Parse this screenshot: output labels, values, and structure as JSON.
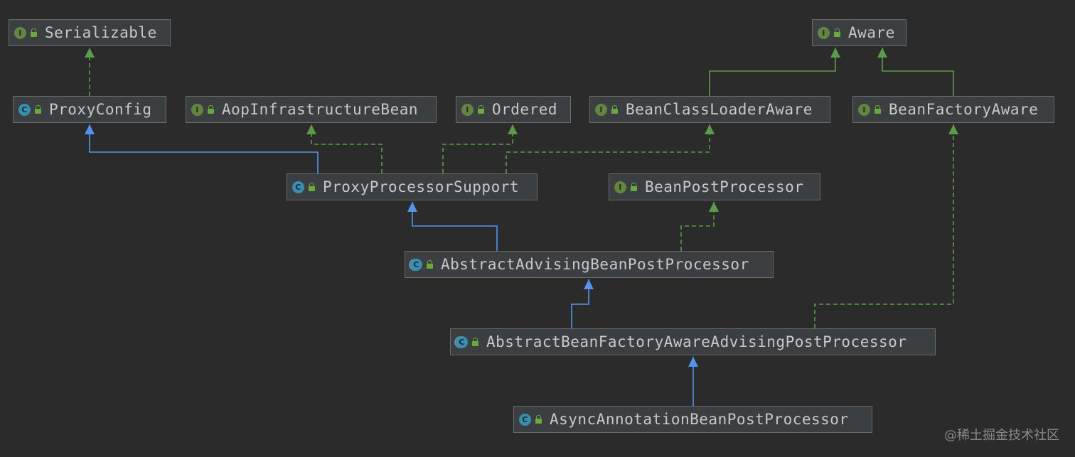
{
  "nodes": [
    {
      "id": "serializable",
      "kind": "interface",
      "kind_letter": "I",
      "label": "Serializable"
    },
    {
      "id": "aware",
      "kind": "interface",
      "kind_letter": "I",
      "label": "Aware"
    },
    {
      "id": "proxy-config",
      "kind": "class",
      "kind_letter": "C",
      "label": "ProxyConfig"
    },
    {
      "id": "aop-infrastructure-bean",
      "kind": "interface",
      "kind_letter": "I",
      "label": "AopInfrastructureBean"
    },
    {
      "id": "ordered",
      "kind": "interface",
      "kind_letter": "I",
      "label": "Ordered"
    },
    {
      "id": "bean-class-loader-aware",
      "kind": "interface",
      "kind_letter": "I",
      "label": "BeanClassLoaderAware"
    },
    {
      "id": "bean-factory-aware",
      "kind": "interface",
      "kind_letter": "I",
      "label": "BeanFactoryAware"
    },
    {
      "id": "proxy-processor-support",
      "kind": "class",
      "kind_letter": "C",
      "label": "ProxyProcessorSupport"
    },
    {
      "id": "bean-post-processor",
      "kind": "interface",
      "kind_letter": "I",
      "label": "BeanPostProcessor"
    },
    {
      "id": "abstract-advising-bean-post-processor",
      "kind": "abstract",
      "kind_letter": "C",
      "label": "AbstractAdvisingBeanPostProcessor"
    },
    {
      "id": "abstract-bean-factory-aware-advising-post-processor",
      "kind": "abstract",
      "kind_letter": "C",
      "label": "AbstractBeanFactoryAwareAdvisingPostProcessor"
    },
    {
      "id": "async-annotation-bean-post-processor",
      "kind": "class",
      "kind_letter": "C",
      "label": "AsyncAnnotationBeanPostProcessor"
    }
  ],
  "edges": [
    {
      "from": "proxy-config",
      "to": "serializable",
      "relation": "implements"
    },
    {
      "from": "bean-class-loader-aware",
      "to": "aware",
      "relation": "extends-interface"
    },
    {
      "from": "bean-factory-aware",
      "to": "aware",
      "relation": "extends-interface"
    },
    {
      "from": "proxy-processor-support",
      "to": "proxy-config",
      "relation": "extends"
    },
    {
      "from": "proxy-processor-support",
      "to": "aop-infrastructure-bean",
      "relation": "implements"
    },
    {
      "from": "proxy-processor-support",
      "to": "ordered",
      "relation": "implements"
    },
    {
      "from": "proxy-processor-support",
      "to": "bean-class-loader-aware",
      "relation": "implements"
    },
    {
      "from": "abstract-advising-bean-post-processor",
      "to": "proxy-processor-support",
      "relation": "extends"
    },
    {
      "from": "abstract-advising-bean-post-processor",
      "to": "bean-post-processor",
      "relation": "implements"
    },
    {
      "from": "abstract-bean-factory-aware-advising-post-processor",
      "to": "abstract-advising-bean-post-processor",
      "relation": "extends"
    },
    {
      "from": "abstract-bean-factory-aware-advising-post-processor",
      "to": "bean-factory-aware",
      "relation": "implements"
    },
    {
      "from": "async-annotation-bean-post-processor",
      "to": "abstract-bean-factory-aware-advising-post-processor",
      "relation": "extends"
    }
  ],
  "colors": {
    "background": "#2b2b2b",
    "extends_edge": "#5394ec",
    "implements_edge": "#5b9c4a",
    "interface_badge": "#62863f",
    "class_badge": "#3a8fb0"
  },
  "watermark": "@稀土掘金技术社区"
}
